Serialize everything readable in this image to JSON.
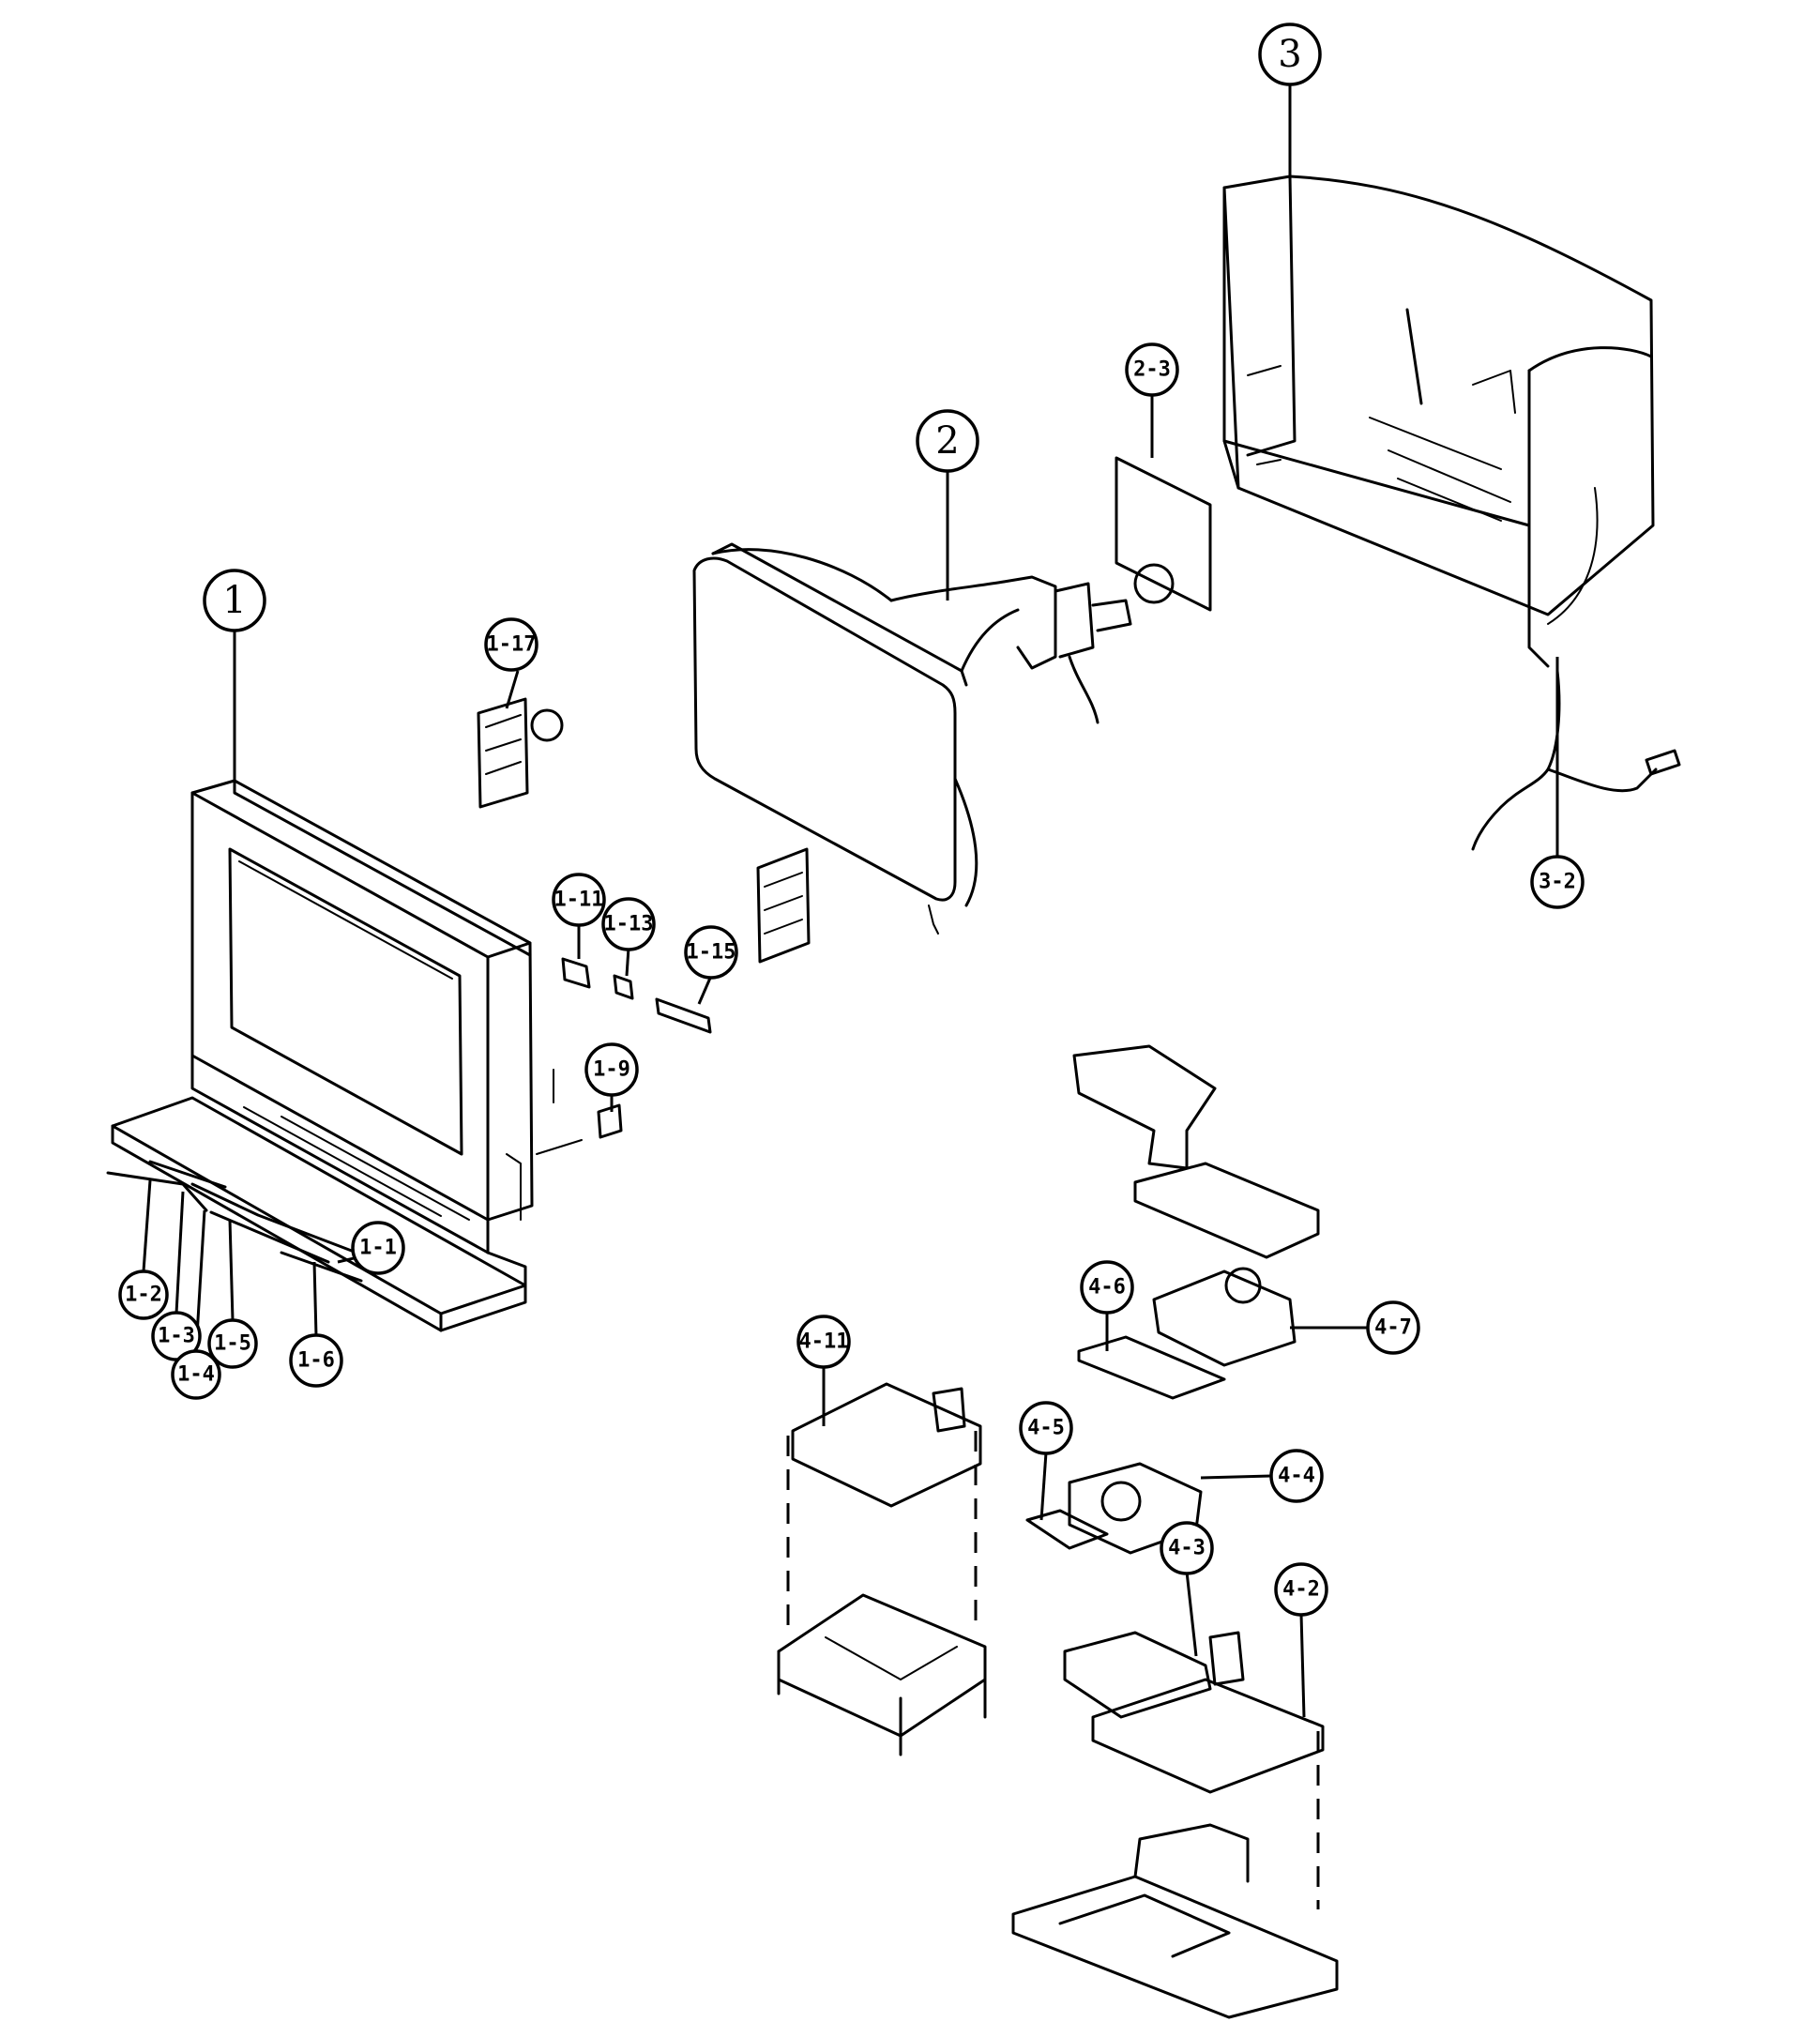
{
  "callouts": {
    "c1": "1",
    "c2": "2",
    "c3": "3",
    "c1_1": "1-1",
    "c1_2": "1-2",
    "c1_3": "1-3",
    "c1_4": "1-4",
    "c1_5": "1-5",
    "c1_6": "1-6",
    "c1_9": "1-9",
    "c1_11": "1-11",
    "c1_13": "1-13",
    "c1_15": "1-15",
    "c1_17": "1-17",
    "c2_3": "2-3",
    "c3_2": "3-2",
    "c4_2": "4-2",
    "c4_3": "4-3",
    "c4_4": "4-4",
    "c4_5": "4-5",
    "c4_6": "4-6",
    "c4_7": "4-7",
    "c4_11": "4-11"
  }
}
